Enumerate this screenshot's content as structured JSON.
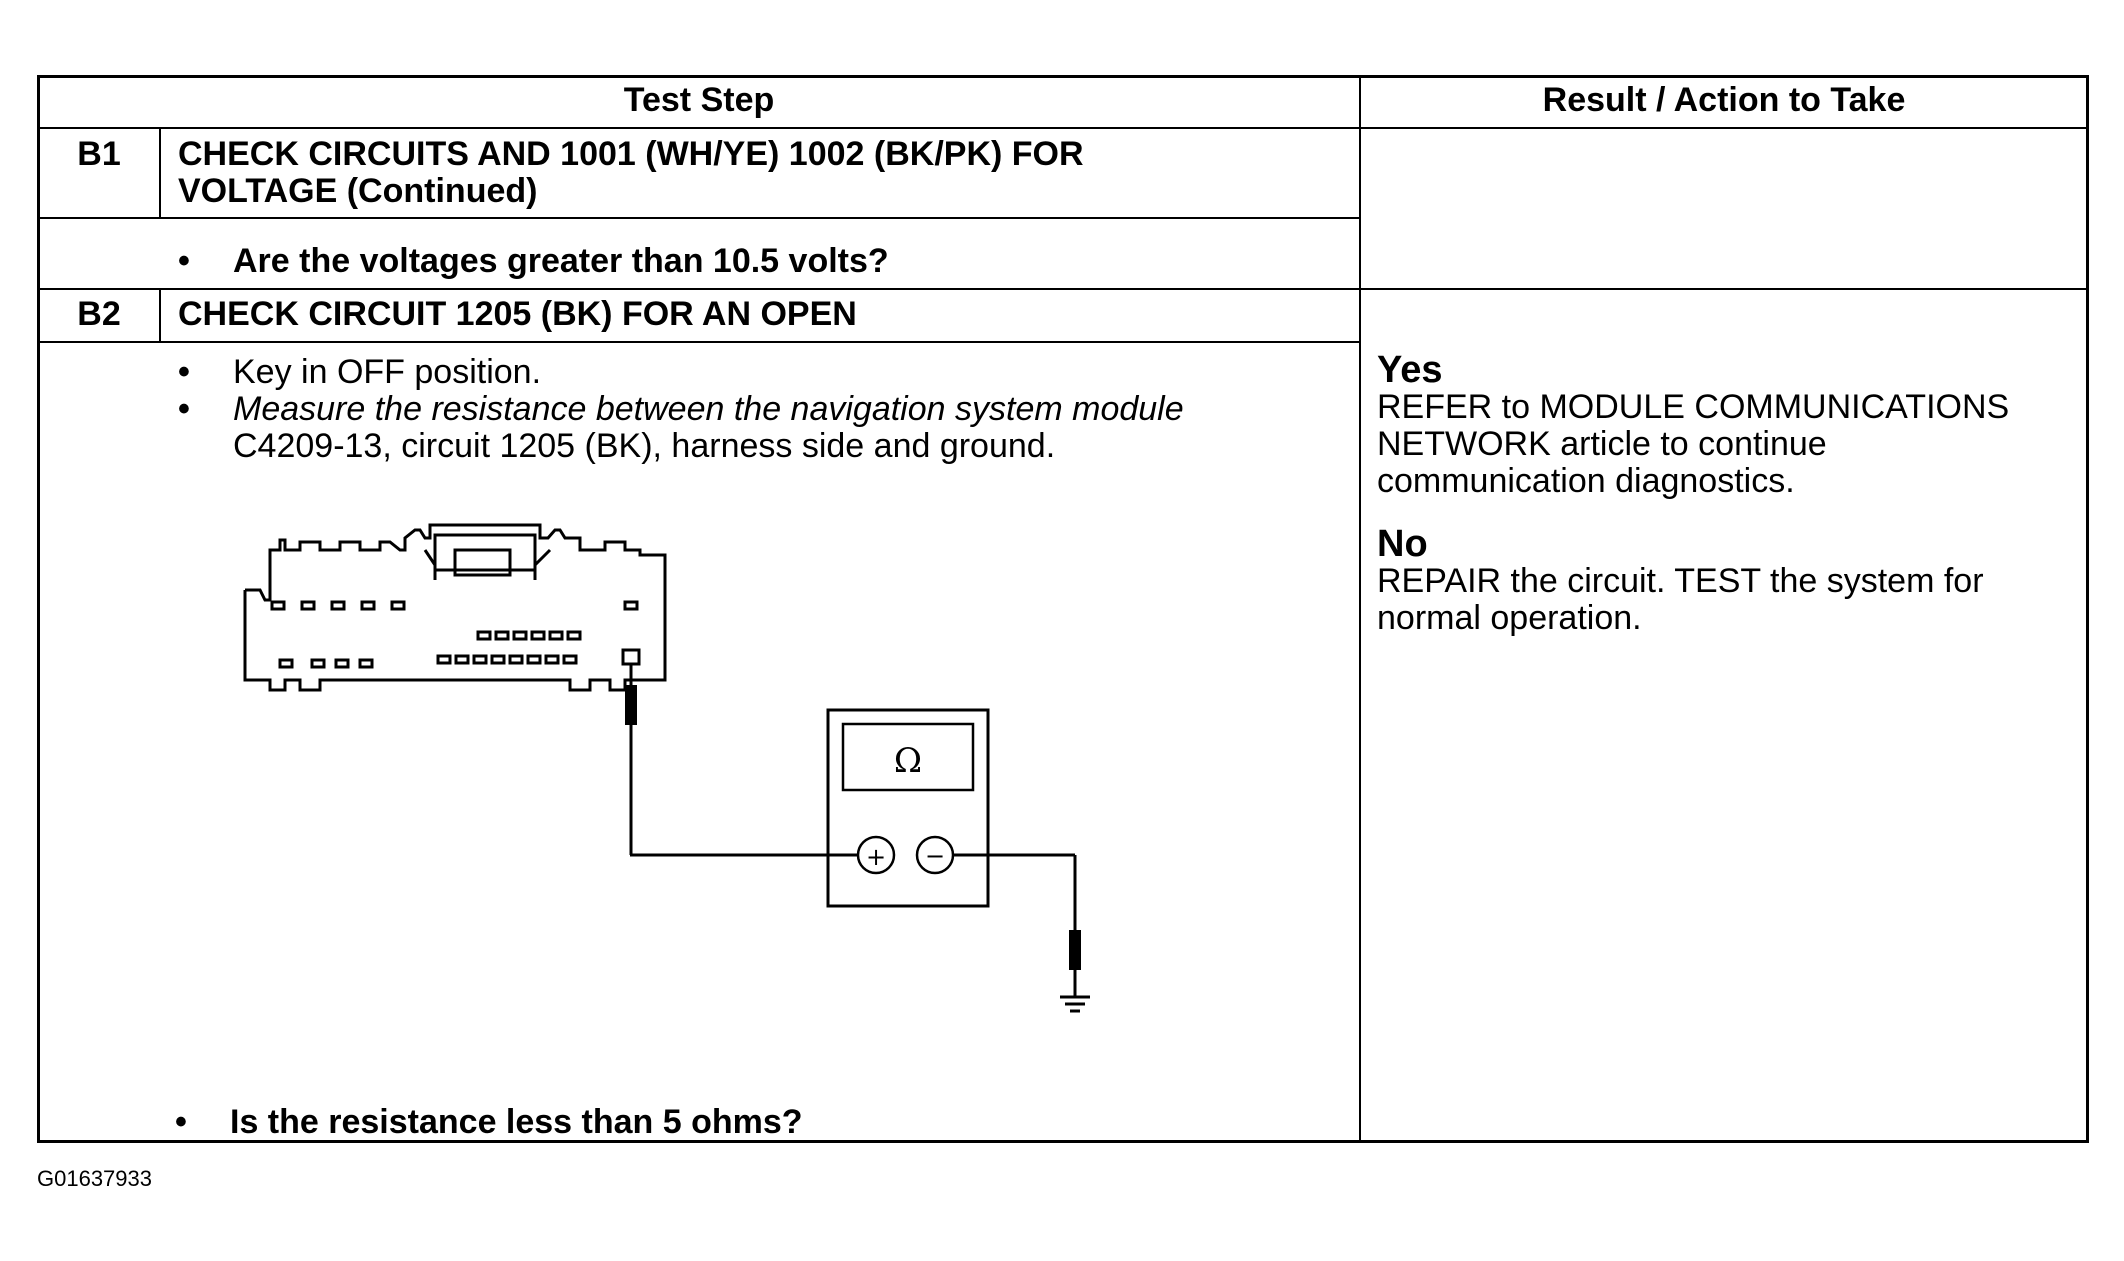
{
  "table": {
    "header": {
      "test_step": "Test Step",
      "result_action": "Result / Action to Take"
    },
    "steps": [
      {
        "id": "B1",
        "title_line1": "CHECK CIRCUITS AND 1001 (WH/YE) 1002 (BK/PK) FOR",
        "title_line2": "VOLTAGE (Continued)",
        "question": "Are the voltages greater than 10.5 volts?"
      },
      {
        "id": "B2",
        "title": "CHECK CIRCUIT 1205 (BK) FOR AN OPEN",
        "instructions": [
          "Key in OFF position.",
          "Measure the resistance between the navigation system module",
          "C4209-13, circuit 1205 (BK), harness side and ground."
        ],
        "question": "Is the resistance less than 5 ohms?",
        "results": {
          "yes_label": "Yes",
          "yes_lines": [
            "REFER to  MODULE COMMUNICATIONS",
            "NETWORK article to continue",
            "communication diagnostics."
          ],
          "no_label": "No",
          "no_lines": [
            "REPAIR the circuit. TEST the system for",
            "normal operation."
          ]
        }
      }
    ]
  },
  "diagram": {
    "meter_symbol": "Ω",
    "plus_symbol": "+",
    "minus_symbol": "−",
    "icons": [
      "connector-icon",
      "ohmmeter-icon",
      "ground-icon"
    ]
  },
  "figure_id": "G01637933",
  "colors": {
    "ink": "#000000",
    "paper": "#ffffff"
  }
}
